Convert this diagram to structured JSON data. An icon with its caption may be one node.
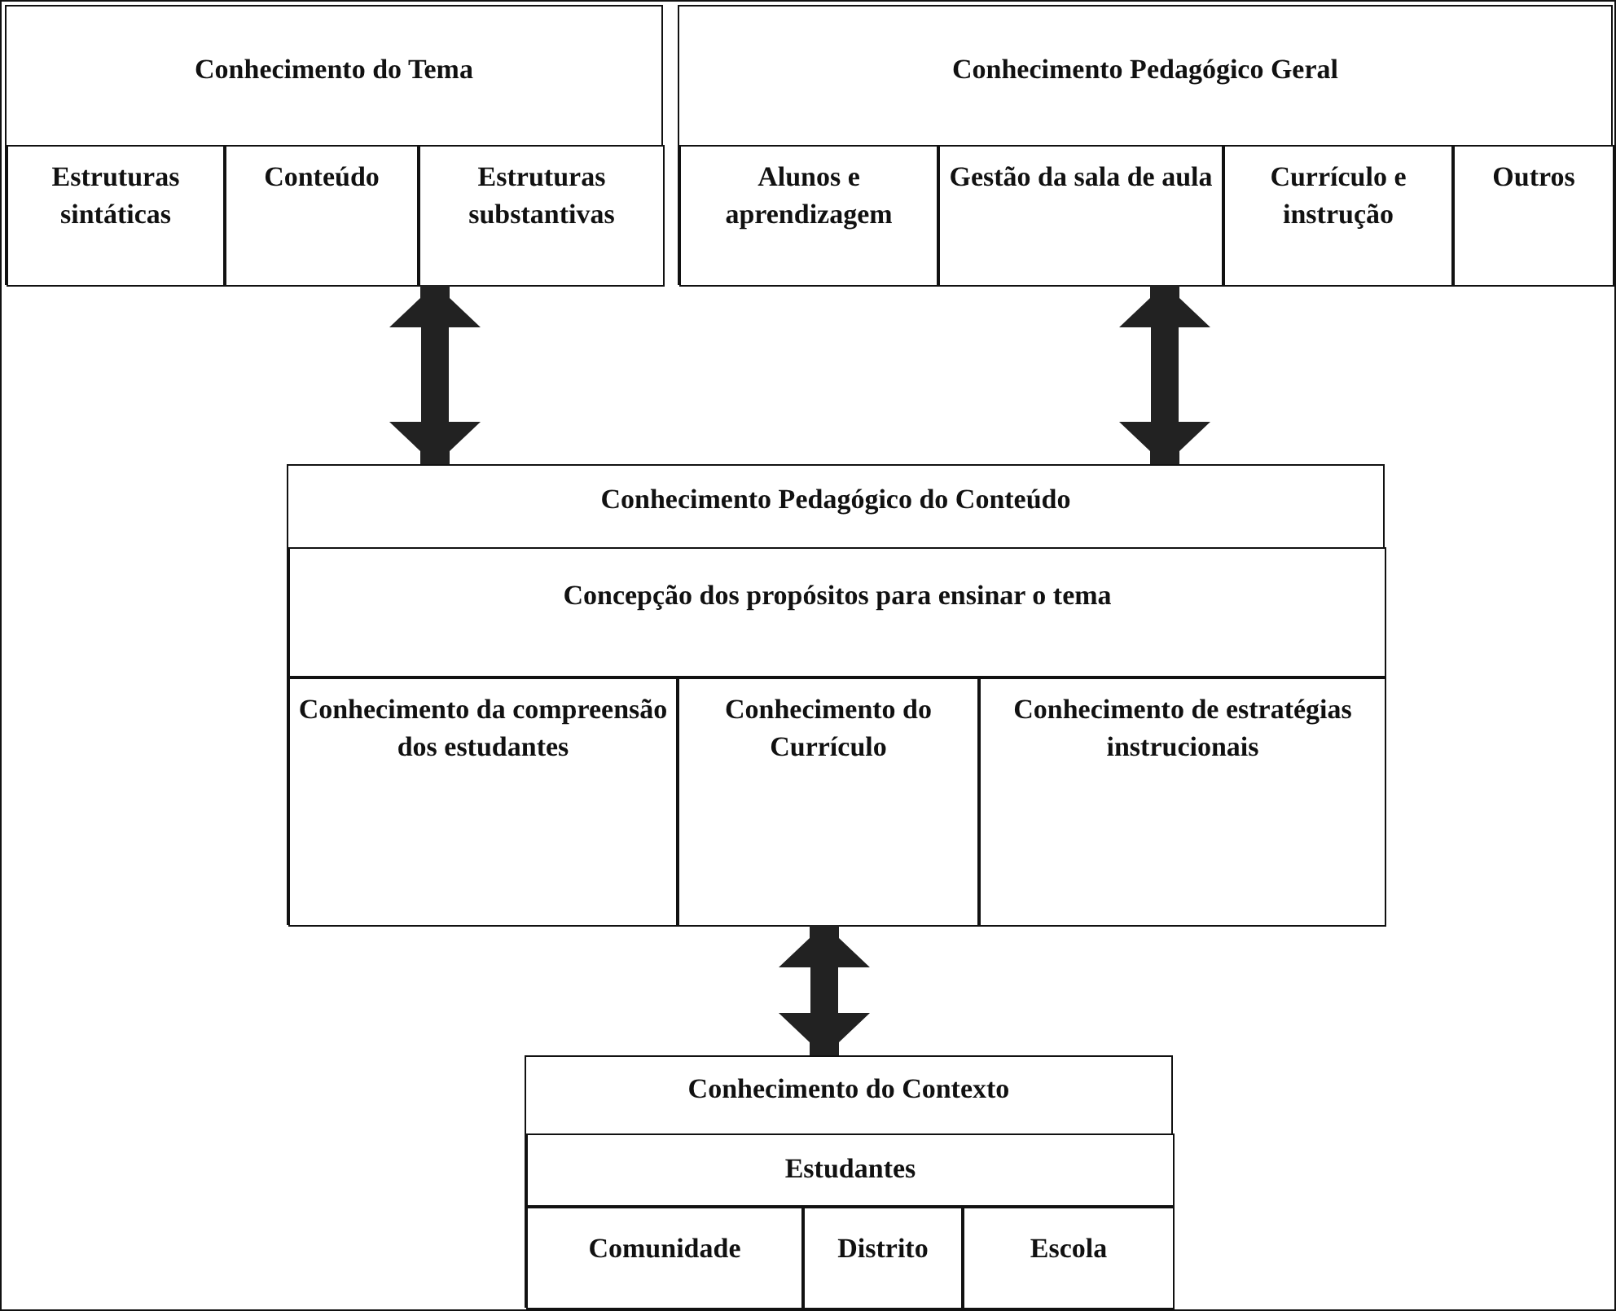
{
  "diagram": {
    "nodes": [
      {
        "text": [
          "Conhecimento do Tema"
        ]
      },
      {
        "text": [
          "Estruturas sintáticas"
        ],
        "in": 0
      },
      {
        "text": [
          "Conteúdo"
        ],
        "in": 0
      },
      {
        "text": [
          "Estruturas substantivas"
        ],
        "in": 0
      },
      {
        "text": [
          "Conhecimento Pedagógico Geral"
        ]
      },
      {
        "text": [
          "Alunos e aprendizagem"
        ],
        "in": 4
      },
      {
        "text": [
          "Gestão da sala de aula"
        ],
        "in": 4
      },
      {
        "text": [
          "Currículo e instrução"
        ],
        "in": 4
      },
      {
        "text": [
          "Outros"
        ],
        "in": 4
      },
      {
        "text": [
          "Conhecimento Pedagógico do Conteúdo"
        ]
      },
      {
        "text": [
          "Concepção dos propósitos para ensinar o tema"
        ],
        "in": 9
      },
      {
        "text": [
          "Conhecimento da compreensão dos estudantes"
        ],
        "in": 9
      },
      {
        "text": [
          "Conhecimento do Currículo"
        ],
        "in": 9
      },
      {
        "text": [
          "Conhecimento de estratégias instrucionais"
        ],
        "in": 9
      },
      {
        "text": [
          "Conhecimento do Contexto"
        ]
      },
      {
        "text": [
          "Estudantes"
        ],
        "in": 14
      },
      {
        "text": [
          "Comunidade"
        ],
        "in": 14
      },
      {
        "text": [
          "Distrito"
        ],
        "in": 14
      },
      {
        "text": [
          "Escola"
        ],
        "in": 14
      }
    ],
    "edges": [
      {
        "from": 0,
        "to": 9,
        "arrow": "both"
      },
      {
        "from": 4,
        "to": 9,
        "arrow": "both"
      },
      {
        "from": 9,
        "to": 14,
        "arrow": "both"
      }
    ]
  }
}
